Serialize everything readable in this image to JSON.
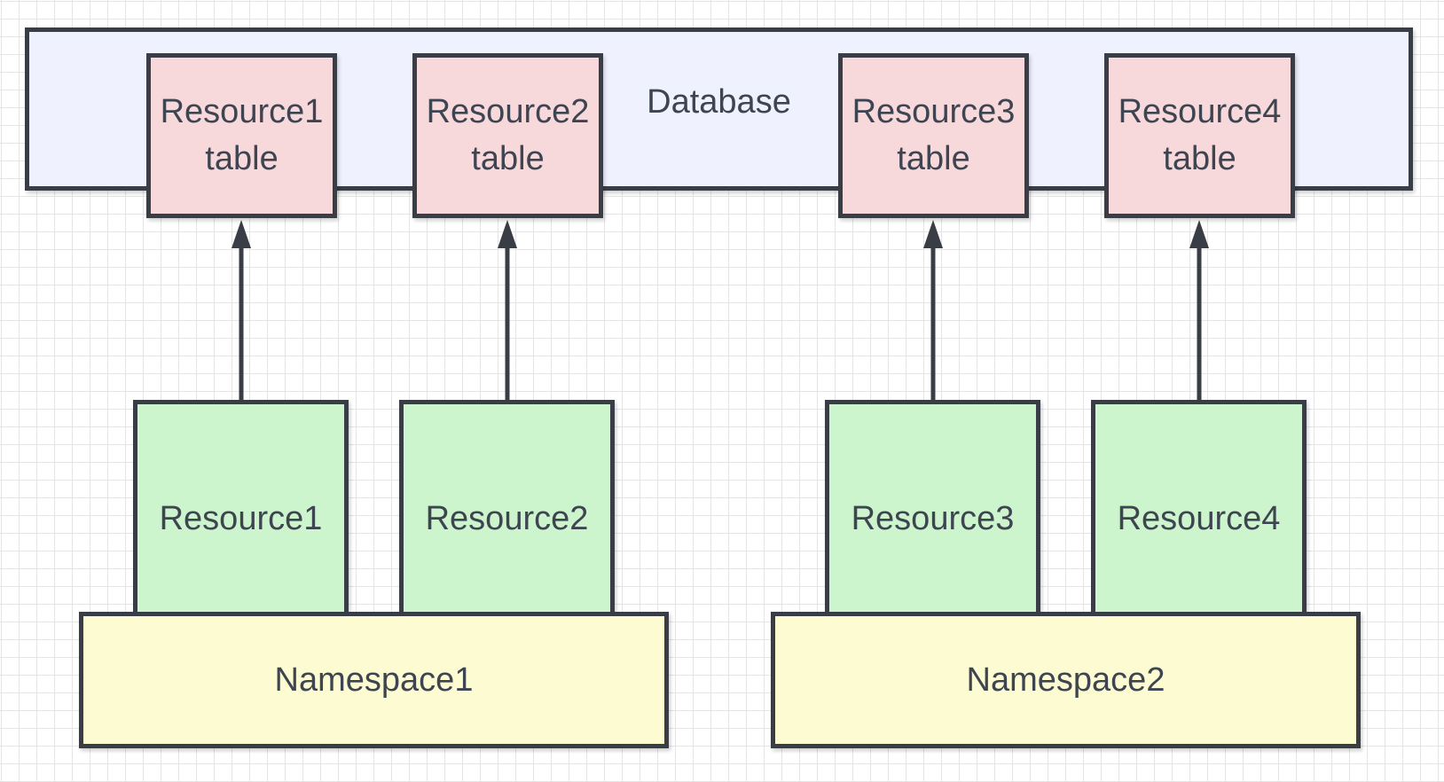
{
  "database": {
    "label": "Database"
  },
  "tables": [
    {
      "line1": "Resource1",
      "line2": "table"
    },
    {
      "line1": "Resource2",
      "line2": "table"
    },
    {
      "line1": "Resource3",
      "line2": "table"
    },
    {
      "line1": "Resource4",
      "line2": "table"
    }
  ],
  "resources": [
    {
      "label": "Resource1"
    },
    {
      "label": "Resource2"
    },
    {
      "label": "Resource3"
    },
    {
      "label": "Resource4"
    }
  ],
  "namespaces": [
    {
      "label": "Namespace1"
    },
    {
      "label": "Namespace2"
    }
  ],
  "colors": {
    "database_fill": "#f0f1ff",
    "table_fill": "#f7d9dc",
    "resource_fill": "#cdf5cd",
    "namespace_fill": "#fcfbd1",
    "stroke": "#393e46",
    "text": "#3e4450"
  }
}
